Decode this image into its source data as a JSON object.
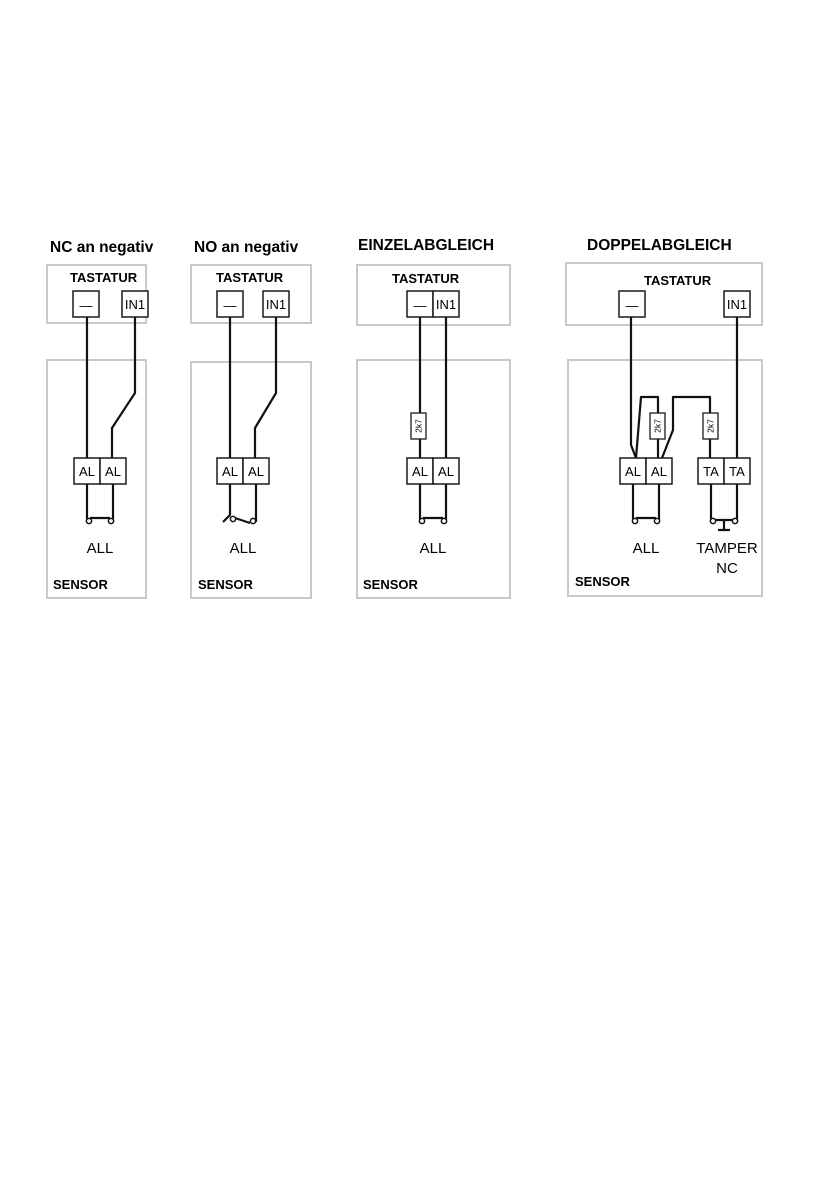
{
  "panels": [
    {
      "title": "NC an negativ",
      "keypad_label": "TASTATUR",
      "terminals": [
        "—",
        "IN1"
      ],
      "sensor_terminals": [
        "AL",
        "AL"
      ],
      "caption": "ALL",
      "sensor_label": "SENSOR",
      "contact": "NC"
    },
    {
      "title": "NO an negativ",
      "keypad_label": "TASTATUR",
      "terminals": [
        "—",
        "IN1"
      ],
      "sensor_terminals": [
        "AL",
        "AL"
      ],
      "caption": "ALL",
      "sensor_label": "SENSOR",
      "contact": "NO"
    },
    {
      "title": "EINZELABGLEICH",
      "keypad_label": "TASTATUR",
      "terminals": [
        "—",
        "IN1"
      ],
      "resistor": "2k7",
      "sensor_terminals": [
        "AL",
        "AL"
      ],
      "caption": "ALL",
      "sensor_label": "SENSOR",
      "contact": "NC"
    },
    {
      "title": "DOPPELABGLEICH",
      "keypad_label": "TASTATUR",
      "terminals": [
        "—",
        "IN1"
      ],
      "resistors": [
        "2k7",
        "2k7"
      ],
      "sensor_terminals": [
        "AL",
        "AL",
        "TA",
        "TA"
      ],
      "caption": "ALL",
      "tamper_caption_line1": "TAMPER",
      "tamper_caption_line2": "NC",
      "sensor_label": "SENSOR",
      "contact": "NC"
    }
  ]
}
